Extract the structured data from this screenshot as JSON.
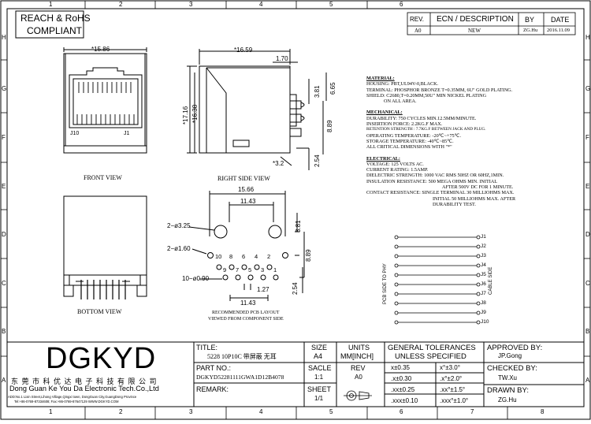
{
  "compliance": {
    "line1": "REACH & RoHS",
    "line2": "COMPLIANT"
  },
  "grid": {
    "cols": [
      "1",
      "2",
      "3",
      "4",
      "5",
      "6",
      "7",
      "8"
    ],
    "rows": [
      "H",
      "G",
      "F",
      "E",
      "D",
      "C",
      "B",
      "A"
    ]
  },
  "revision": {
    "headers": [
      "REV.",
      "ECN / DESCRIPTION",
      "BY",
      "DATE"
    ],
    "row": [
      "A0",
      "NEW",
      "ZG.Hu",
      "2016.11.09"
    ]
  },
  "views": {
    "front": "FRONT VIEW",
    "right": "RIGHT SIDE VIEW",
    "bottom": "BOTTOM VIEW",
    "pcb_caption_1": "RECOMMENDED PCB LAYOUT",
    "pcb_caption_2": "VIEWED FROM COMPONENT SIDE",
    "j10": "J10",
    "j1": "J1"
  },
  "dimensions": {
    "front_width": "15.86",
    "right_width": "16.59",
    "right_h1": "17.16",
    "right_h2": "16.38",
    "right_top": "1.70",
    "right_r1": "3.81",
    "right_r2": "6.65",
    "right_r3": "8.89",
    "right_r4": "2.54",
    "right_pin": "3.2",
    "pcb_w1": "15.66",
    "pcb_w2": "11.43",
    "pcb_hole1": "2−ø3.25",
    "pcb_hole2": "2−ø1.60",
    "pcb_hole3": "10−ø0.90",
    "pcb_r1": "3.81",
    "pcb_r2": "8.89",
    "pcb_r3": "2.54",
    "pcb_pitch": "1.27",
    "pcb_w3": "11.43",
    "pcb_top_pins": [
      "10",
      "8",
      "6",
      "4",
      "2"
    ],
    "pcb_bottom_pins": [
      "9",
      "7",
      "5",
      "3",
      "1"
    ]
  },
  "notes": {
    "material_title": "MATERIAL:",
    "material": [
      "HOUSING: PBT,UL94V-0,BLACK.",
      "TERMINAL: PHOSPHOR BRONZE T=0.35MM, 6U\" GOLD PLATING.",
      "SHIELD: C2680,T=0.20MM,50U\" MIN NICKEL PLATING",
      "ON ALL AREA."
    ],
    "mechanical_title": "MECHANICAL:",
    "mechanical": [
      "DURABILITY: 750 CYCLES MIN.12.5MM/MINUTE.",
      "INSERTION FORCE: 2.2KG.F MAX.",
      "RETENTION STRENGTH : 7.7KG.F BETWEEN JACK AND PLUG.",
      "OPERATING TEMPERATURE: -20℃~+75℃.",
      "STORAGE TEMPERATURE: -40℃~85℃.",
      "ALL CRITICAL DIMENSIONS WITH \"*\""
    ],
    "electrical_title": "ELECTRICAL:",
    "electrical": [
      "VOLTAGE: 125 VOLTS AC.",
      "CURRENT RATING: 1.5AMP.",
      "DIELECTRIC STRENGTH: 1000 VAC RMS 50HZ OR 60HZ,1MIN.",
      "INSULATION RESISTANCE: 500 MEGA OHMS MIN. INITIAL",
      "AFTER 500V DC FOR 1 MINUTE.",
      "CONTACT RESISTANCE: SINGLE TERMINAL 30 MILLIOHMS MAX.",
      "INITIAL 50 MILLIOHMS MAX. AFTER",
      "DURABILITY TEST."
    ]
  },
  "schematic": {
    "pcb_label": "PCB SIDE TO PHY",
    "cable_label": "CABLE SIDE",
    "pins": [
      "J1",
      "J2",
      "J3",
      "J4",
      "J5",
      "J6",
      "J7",
      "J8",
      "J9",
      "J10"
    ]
  },
  "title_block": {
    "logo": "DGKYD",
    "company_cn": "东 莞 市 科 优 达 电 子 科 技 有 限 公 司",
    "company_en": "Dong Guan Ke You Da Electronic Tech.Co.,Ltd",
    "address": "ADD:No.1 Lixin Street,Lihong Village,Qingxi town, DongGuan City,GuangDong Province",
    "contact": "Tel:+86-0769-87334608; Fax:+86-0769-87647129  WWW.DGKYD.COM",
    "title_label": "TITLE:",
    "title_value": "5228 10P10C 带屏蔽 无耳",
    "size_label": "SIZE",
    "size_value": "A4",
    "units_label": "UNITS",
    "units_value": "MM[INCH]",
    "tol_label_1": "GENERAL TOLERANCES",
    "tol_label_2": "UNLESS SPECIFIED",
    "tol": [
      [
        "x±0.35",
        "x°±3.0°"
      ],
      [
        ".x±0.30",
        ".x°±2.0°"
      ],
      [
        ".xx±0.25",
        ".xx°±1.5°"
      ],
      [
        ".xxx±0.10",
        ".xxx°±1.0°"
      ]
    ],
    "approved_label": "APPROVED BY:",
    "approved_value": "JP.Gong",
    "checked_label": "CHECKED BY:",
    "checked_value": "TW.Xu",
    "drawn_label": "DRAWN BY:",
    "drawn_value": "ZG.Hu",
    "part_label": "PART NO.:",
    "part_value": "DGKYD52281111GWA1D12B4078",
    "scale_label": "SACLE",
    "scale_value": "1:1",
    "rev_label": "REV",
    "rev_value": "A0",
    "remark_label": "REMARK:",
    "sheet_label": "SHEET",
    "sheet_value": "1/1"
  }
}
